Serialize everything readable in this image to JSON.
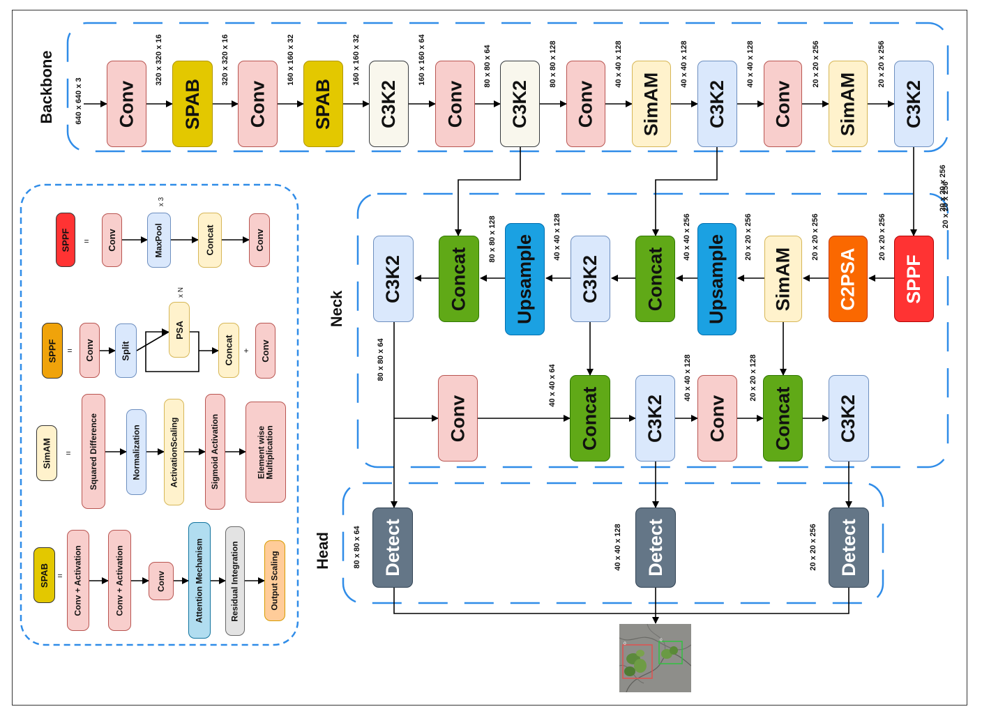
{
  "sections": {
    "backbone": "Backbone",
    "neck": "Neck",
    "head": "Head"
  },
  "backbone": {
    "blocks": [
      "Conv",
      "SPAB",
      "Conv",
      "SPAB",
      "C3K2",
      "Conv",
      "C3K2",
      "Conv",
      "SimAM",
      "C3K2",
      "Conv",
      "SimAM",
      "C3K2"
    ],
    "dims": [
      "640 x 640 x 3",
      "320 x 320 x 16",
      "320 x 320 x 16",
      "160 x 160 x 32",
      "160 x 160 x 32",
      "160 x 160 x 64",
      "80 x 80 x 64",
      "80 x 80 x 128",
      "40 x 40 x 128",
      "40 x 40 x 128",
      "40 x 40 x 128",
      "20 x 20 x 256",
      "20 x 20 x 256"
    ],
    "out_dim": "20 x 20 x 256"
  },
  "neck": {
    "top_blocks": [
      "C3K2",
      "Concat",
      "Upsample",
      "C3K2",
      "Concat",
      "Upsample",
      "SimAM",
      "C2PSA",
      "SPPF"
    ],
    "top_dims": [
      "80 x 80 x 128",
      "40 x 40 x 128",
      "40 x 40 x 256",
      "20 x 20 x 256",
      "20 x 20 x 256",
      "20 x 20 x 256",
      "20 x 20 x 256"
    ],
    "bottom_blocks": [
      "Conv",
      "Concat",
      "C3K2",
      "Conv",
      "Concat",
      "C3K2"
    ],
    "bottom_dims": [
      "80 x 80 x 64",
      "40 x 40 x 64",
      "40 x 40 x 128",
      "20 x 20 x 128"
    ]
  },
  "head": {
    "blocks": [
      "Detect",
      "Detect",
      "Detect"
    ],
    "dims": [
      "80 x 80 x 64",
      "40 x 40 x 128",
      "20 x 20 x 256"
    ]
  },
  "legend": {
    "sppf": {
      "name": "SPPF",
      "eq": "=",
      "steps": [
        "Conv",
        "MaxPool",
        "Concat",
        "Conv"
      ],
      "repeat": "x 3"
    },
    "c2psa": {
      "name": "SPPF",
      "eq": "=",
      "steps": [
        "Conv",
        "Split",
        "PSA",
        "Concat",
        "Conv"
      ],
      "repeat": "x N",
      "plus": "+"
    },
    "simam": {
      "name": "SimAM",
      "eq": "=",
      "steps": [
        "Squared Difference",
        "Normalization",
        "ActivationScaling",
        "Sigmoid Activation",
        "Element wise Multiplication"
      ]
    },
    "spab": {
      "name": "SPAB",
      "eq": "=",
      "steps": [
        "Conv + Activation",
        "Conv + Activation",
        "Conv",
        "Attention Mechanism",
        "Residual Integration",
        "Output Scaling"
      ]
    }
  },
  "output_image": {
    "description": "detection-output",
    "boxes": [
      {
        "label": "0",
        "color": "#e05050"
      },
      {
        "label": "0",
        "color": "#30c040"
      }
    ]
  }
}
